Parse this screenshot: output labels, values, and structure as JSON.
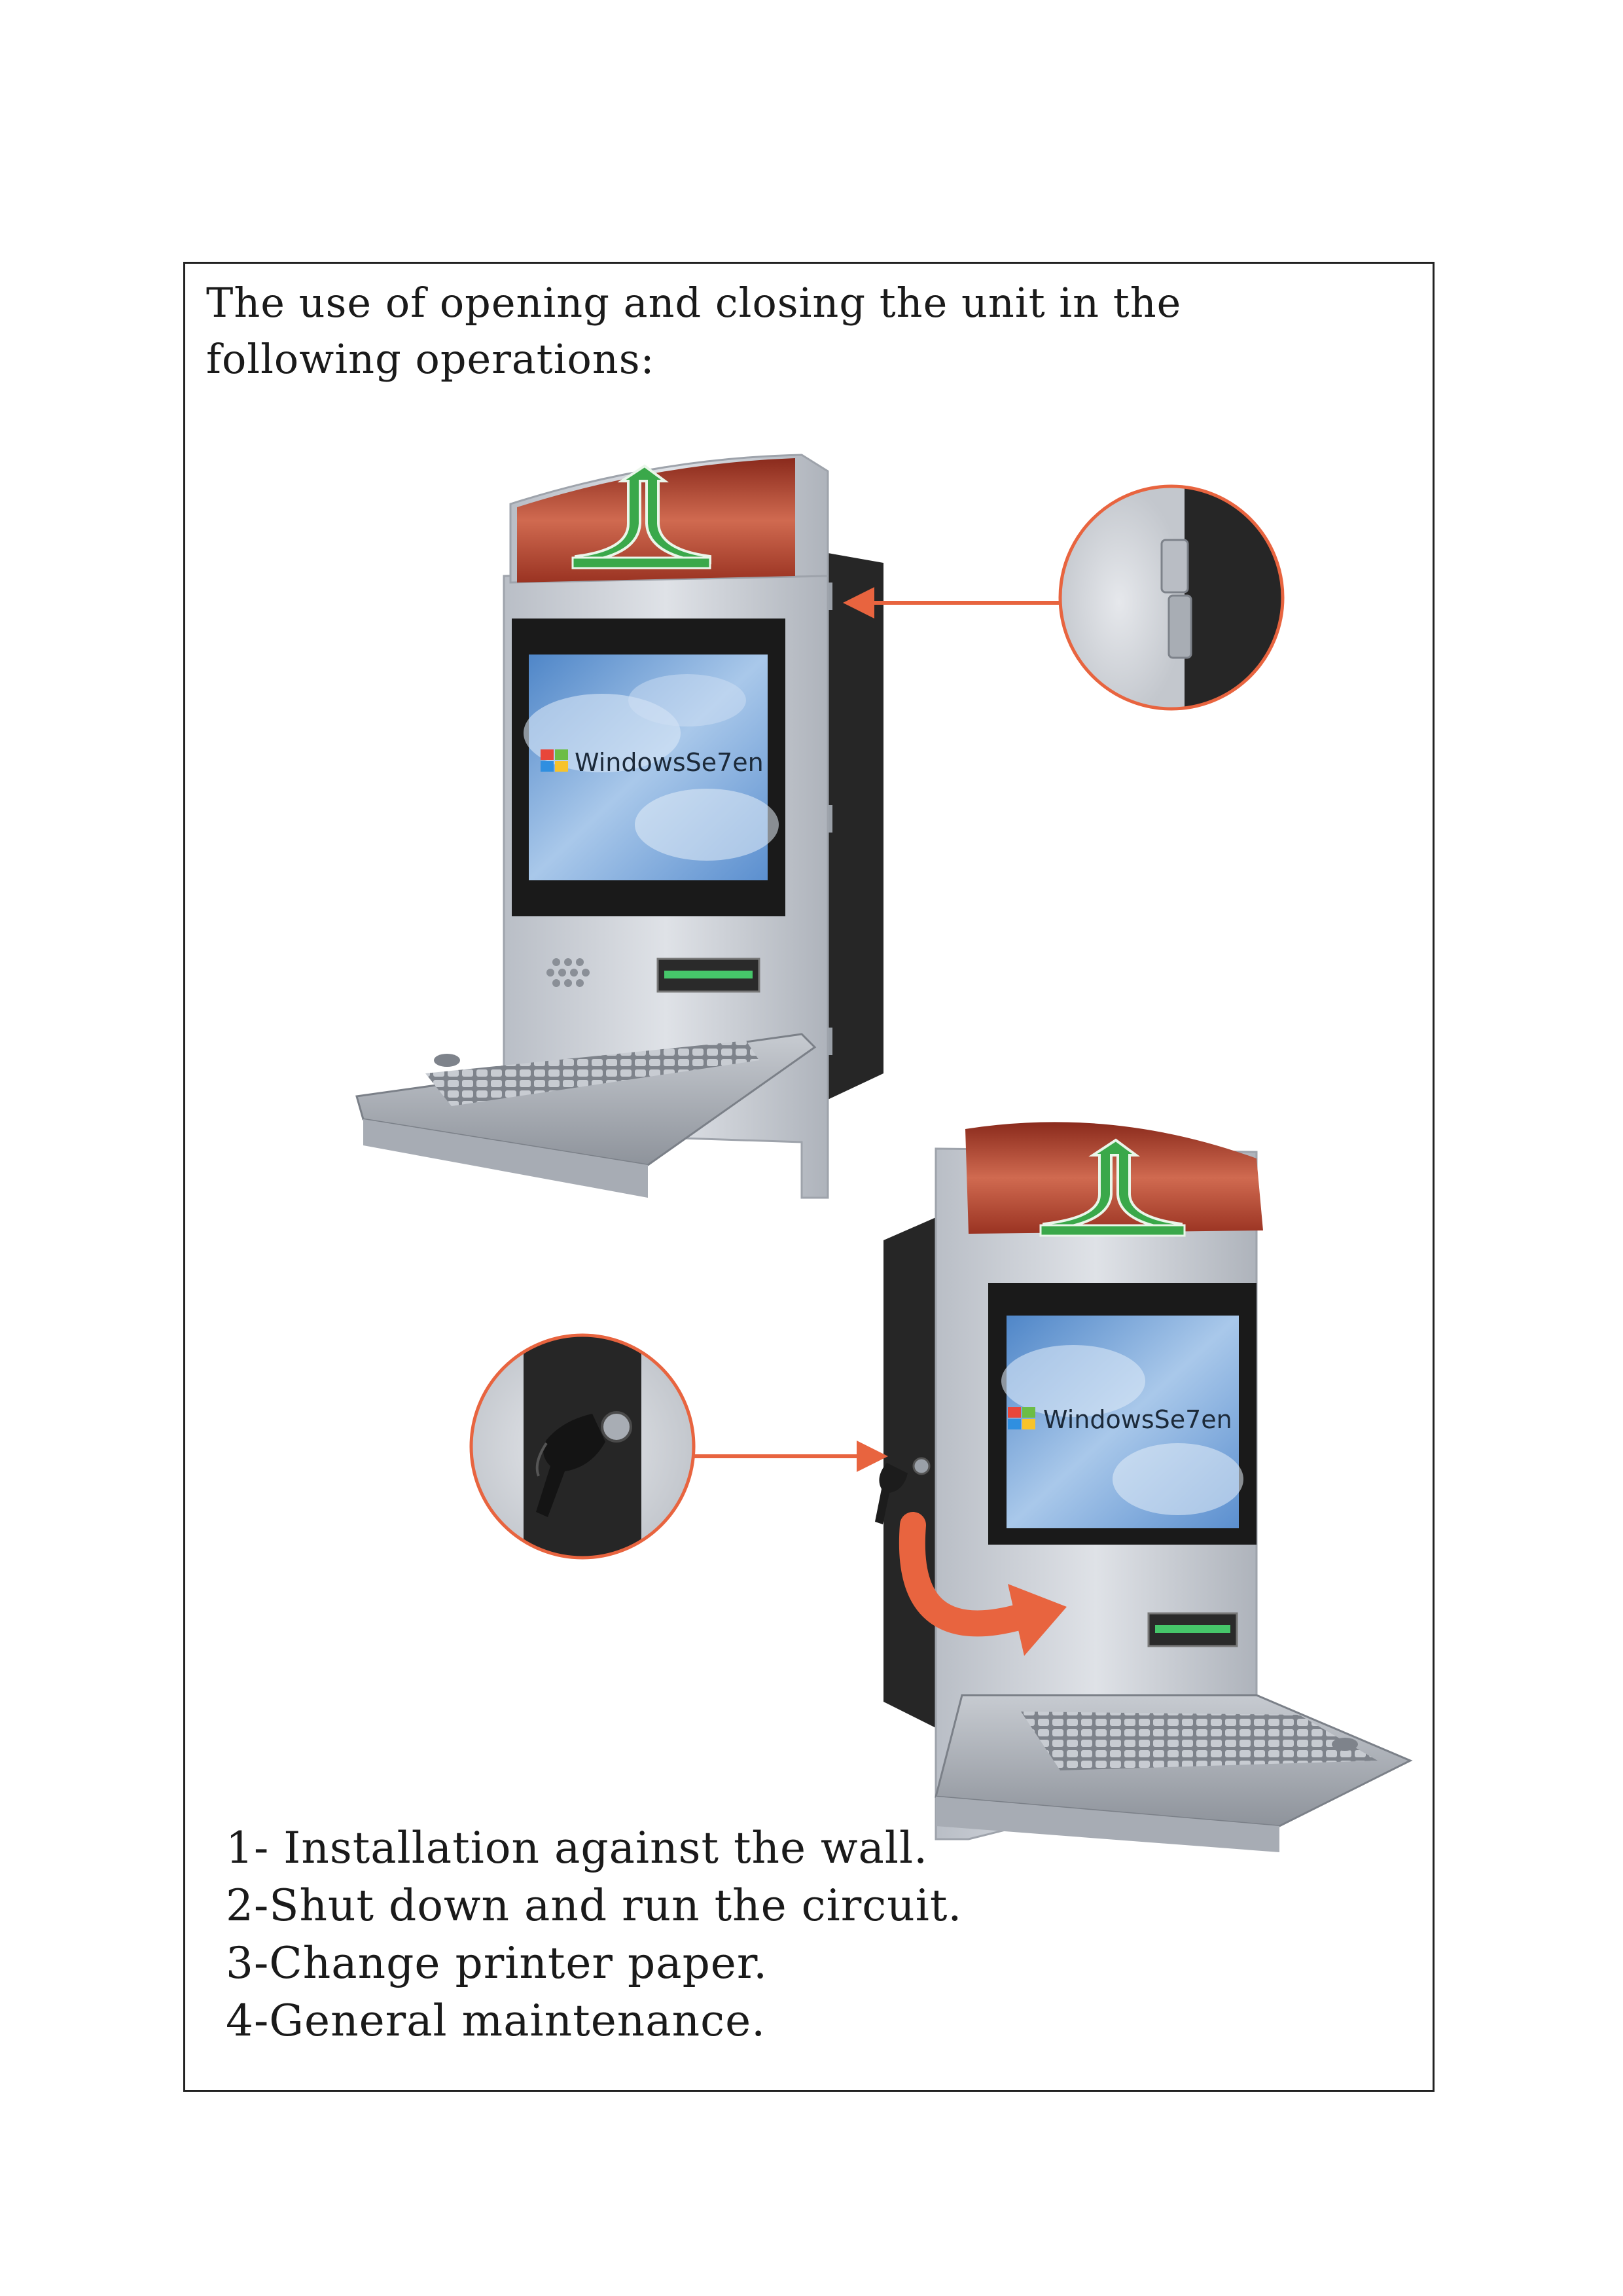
{
  "intro": {
    "line1": "The use of opening and closing the unit in the",
    "line2": "following operations:"
  },
  "kiosks": [
    {
      "screen_text": "WindowsSe7en"
    },
    {
      "screen_text": "WindowsSe7en"
    }
  ],
  "steps": [
    "1- Installation against the wall.",
    "2-Shut down and run the circuit.",
    "3-Change printer paper.",
    "4-General maintenance."
  ],
  "colors": {
    "accent": "#e8643f",
    "cabinet": "#c9cdd4",
    "dark_body": "#262626",
    "header_glow": "#c24a32",
    "logo_green": "#3aa84a"
  }
}
